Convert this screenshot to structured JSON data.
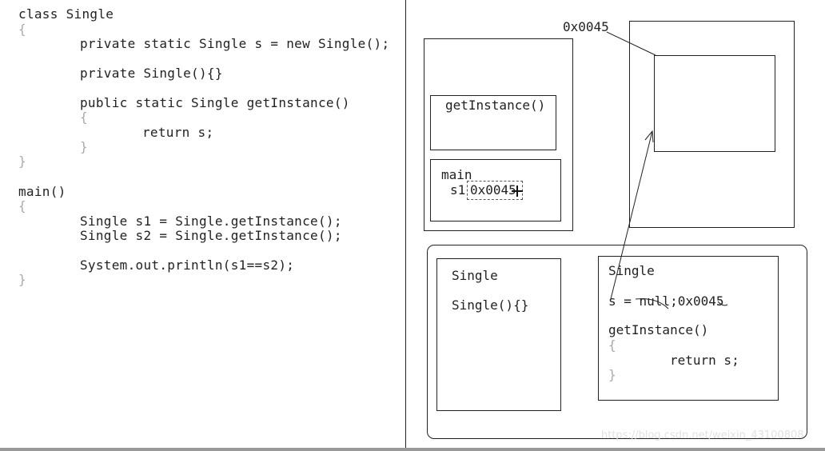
{
  "code": {
    "lines": [
      "class Single",
      "{",
      "private static Single s = new Single();",
      "private Single(){}",
      "public static Single getInstance()",
      "{",
      "return s;",
      "}",
      "}",
      "main()",
      "{",
      "Single s1 = Single.getInstance();",
      "Single s2 = Single.getInstance();",
      "System.out.println(s1==s2);",
      "}"
    ]
  },
  "diagram": {
    "heap_address": "0x0045",
    "stack": {
      "frame_getinstance": "getInstance()",
      "frame_main": "main",
      "main_var": "s1",
      "main_var_value": "0x0045"
    },
    "method_area": {
      "class_a_name": "Single",
      "class_a_constructor": "Single(){}",
      "class_b_name": "Single",
      "class_b_field": "s = null;0x0045",
      "class_b_method": "getInstance()",
      "class_b_open": "{",
      "class_b_return": "return s;",
      "class_b_close": "}"
    },
    "watermark": "https://blog.csdn.net/weixin_43100808"
  }
}
